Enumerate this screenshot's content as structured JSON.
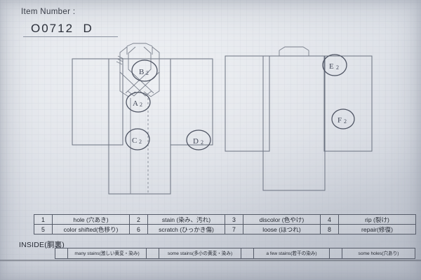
{
  "header": {
    "label": "Item Number :",
    "value": "O0712  D"
  },
  "diagram": {
    "front_view": {
      "name": "kimono-front-view",
      "annotations": [
        {
          "code": "B",
          "sub": "2"
        },
        {
          "code": "A",
          "sub": "2"
        },
        {
          "code": "C",
          "sub": "2"
        },
        {
          "code": "D",
          "sub": "2"
        }
      ]
    },
    "back_view": {
      "name": "kimono-back-view",
      "annotations": [
        {
          "code": "E",
          "sub": "2"
        },
        {
          "code": "F",
          "sub": "2"
        }
      ]
    }
  },
  "code_table": {
    "rows": [
      [
        {
          "num": "1",
          "label": "hole (穴あき)"
        },
        {
          "num": "2",
          "label": "stain (染み、汚れ)"
        },
        {
          "num": "3",
          "label": "discolor (色やけ)"
        },
        {
          "num": "4",
          "label": "rip (裂け)"
        }
      ],
      [
        {
          "num": "5",
          "label": "color shifted(色移り)"
        },
        {
          "num": "6",
          "label": "scratch (ひっかき傷)"
        },
        {
          "num": "7",
          "label": "loose (ほつれ)"
        },
        {
          "num": "8",
          "label": "repair(修復)"
        }
      ]
    ]
  },
  "inside": {
    "label": "INSIDE(胴裏)",
    "options": [
      {
        "checkbox": "",
        "label": "many stains(激しい黄変・染み)"
      },
      {
        "checkbox": "",
        "label": "some stains(多小の黄変・染み)"
      },
      {
        "checkbox": "",
        "label": "a few stains(若干の染み)"
      },
      {
        "checkbox": "",
        "label": "some holes(穴あり)"
      }
    ]
  },
  "colors": {
    "paper": "#d9dde4",
    "ink": "#2a2e38",
    "line": "#6b7280",
    "pencil": "#4b5160"
  }
}
